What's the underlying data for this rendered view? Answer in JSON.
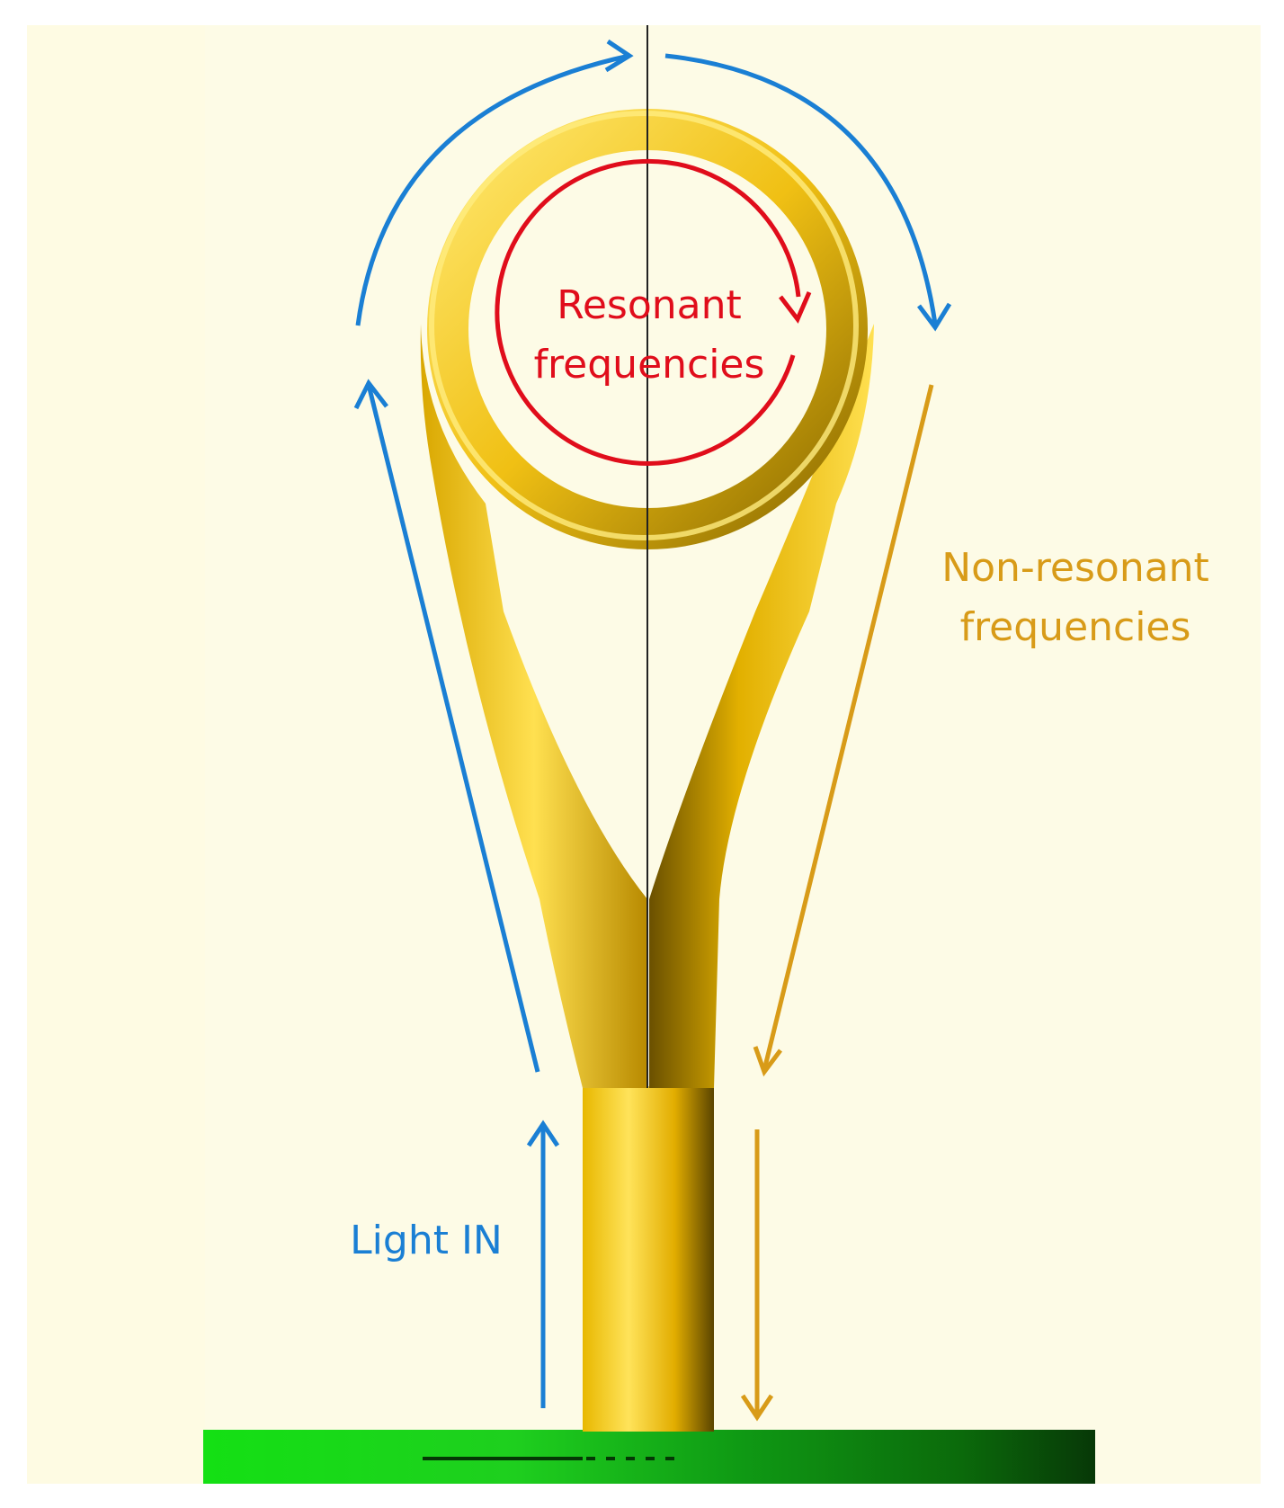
{
  "labels": {
    "resonant_line1": "Resonant",
    "resonant_line2": "frequencies",
    "nonresonant_line1": "Non-resonant",
    "nonresonant_line2": "frequencies",
    "light_in": "Light IN"
  },
  "colors": {
    "background": "#fdfbe6",
    "fiber": "#f2c418",
    "fiber_dark": "#8a6a00",
    "fiber_light": "#ffe870",
    "blue_arrow": "#1a7fd4",
    "red_arrow": "#e00d1b",
    "orange_arrow": "#d89b18",
    "substrate": "#22cc22",
    "substrate_dark": "#0a3d0a",
    "center_line": "#222222"
  }
}
